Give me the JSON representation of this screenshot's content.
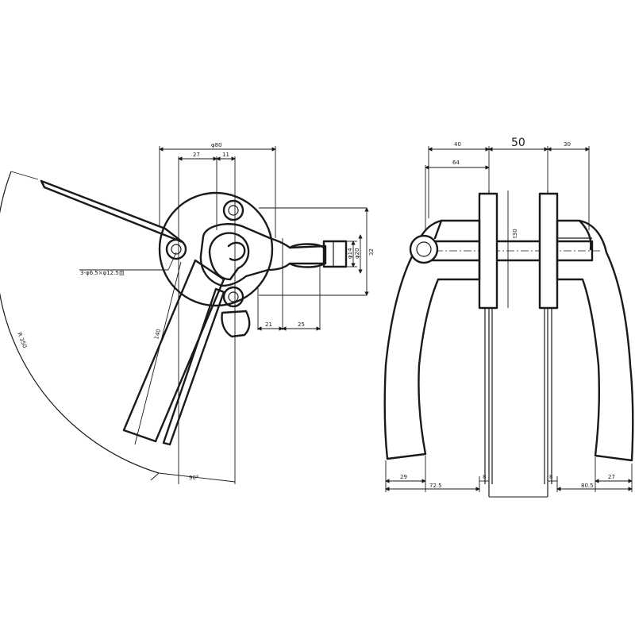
{
  "drawing": {
    "side_view": {
      "dim_top_overall": "φ80",
      "dim_top_left": "27",
      "dim_top_right": "11",
      "dim_height_small": "φ14",
      "dim_height_mid": "φ20",
      "dim_height_total": "32",
      "dim_bottom_left": "21",
      "dim_bottom_right": "25",
      "dim_lever_length": "140",
      "hole_note": "3-φ6.5×φ12.5皿",
      "swing_radius": "R 350",
      "swing_angle": "90°"
    },
    "front_view": {
      "dim_top_total": "50",
      "dim_top_left": "40",
      "dim_top_right": "30",
      "dim_second_left": "64",
      "dim_thickness": "t30",
      "dim_bottom_left_outer": "29",
      "dim_bottom_left_mid": "72.5",
      "dim_bottom_left_inner": "8",
      "dim_bottom_right_inner": "8",
      "dim_bottom_right_mid": "80.5",
      "dim_bottom_right_outer": "27"
    }
  }
}
